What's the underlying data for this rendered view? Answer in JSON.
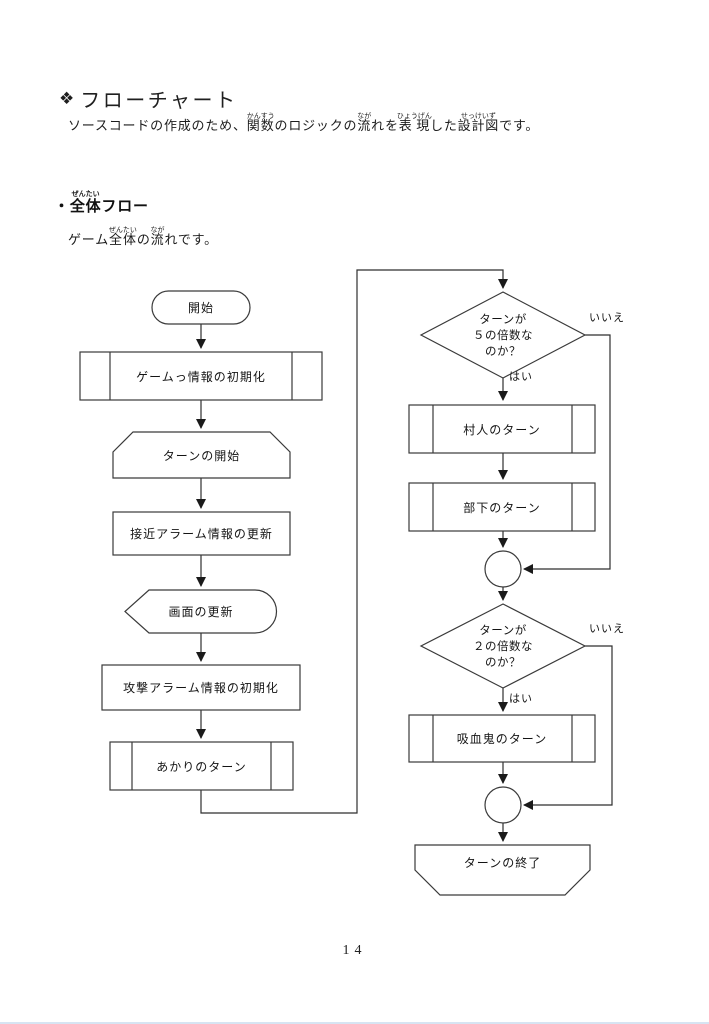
{
  "page": {
    "title_marker": "❖",
    "title_text": "フローチャート",
    "intro_segments": [
      {
        "b": "ソースコードの作成のため、"
      },
      {
        "b": "関数",
        "rt": "かんすう"
      },
      {
        "b": "のロジックの"
      },
      {
        "b": "流",
        "rt": "なが"
      },
      {
        "b": "れを"
      },
      {
        "b": "表現",
        "rt": "ひょうげん"
      },
      {
        "b": "した"
      },
      {
        "b": "設計図",
        "rt": "せっけいず"
      },
      {
        "b": "です。"
      }
    ],
    "section_segments": [
      {
        "b": "・"
      },
      {
        "b": "全体",
        "rt": "ぜんたい"
      },
      {
        "b": "フロー"
      }
    ],
    "section_desc_segments": [
      {
        "b": "ゲーム"
      },
      {
        "b": "全体",
        "rt": "ぜんたい"
      },
      {
        "b": "の"
      },
      {
        "b": "流",
        "rt": "なが"
      },
      {
        "b": "れです。"
      }
    ],
    "page_number": "14"
  },
  "flowchart": {
    "nodes": {
      "start": "開始",
      "init_game": "ゲームっ情報の初期化",
      "turn_start": "ターンの開始",
      "approach_alarm": "接近アラーム情報の更新",
      "screen_update": "画面の更新",
      "attack_alarm": "攻撃アラーム情報の初期化",
      "akari_turn": "あかりのターン",
      "villager_turn": "村人のターン",
      "subordinate_turn": "部下のターン",
      "vampire_turn": "吸血鬼のターン",
      "turn_end": "ターンの終了"
    },
    "decision5_lines": [
      "ターンが",
      "５の倍数な",
      "のか？"
    ],
    "decision2_lines": [
      "ターンが",
      "２の倍数な",
      "のか？"
    ],
    "labels": {
      "yes": "はい",
      "no": "いいえ"
    }
  },
  "colors": {
    "shape_stroke": "#3a3a3a",
    "line": "#2e2e2e",
    "text": "#1a1a1a",
    "page_edge": "#d7e4f2"
  }
}
